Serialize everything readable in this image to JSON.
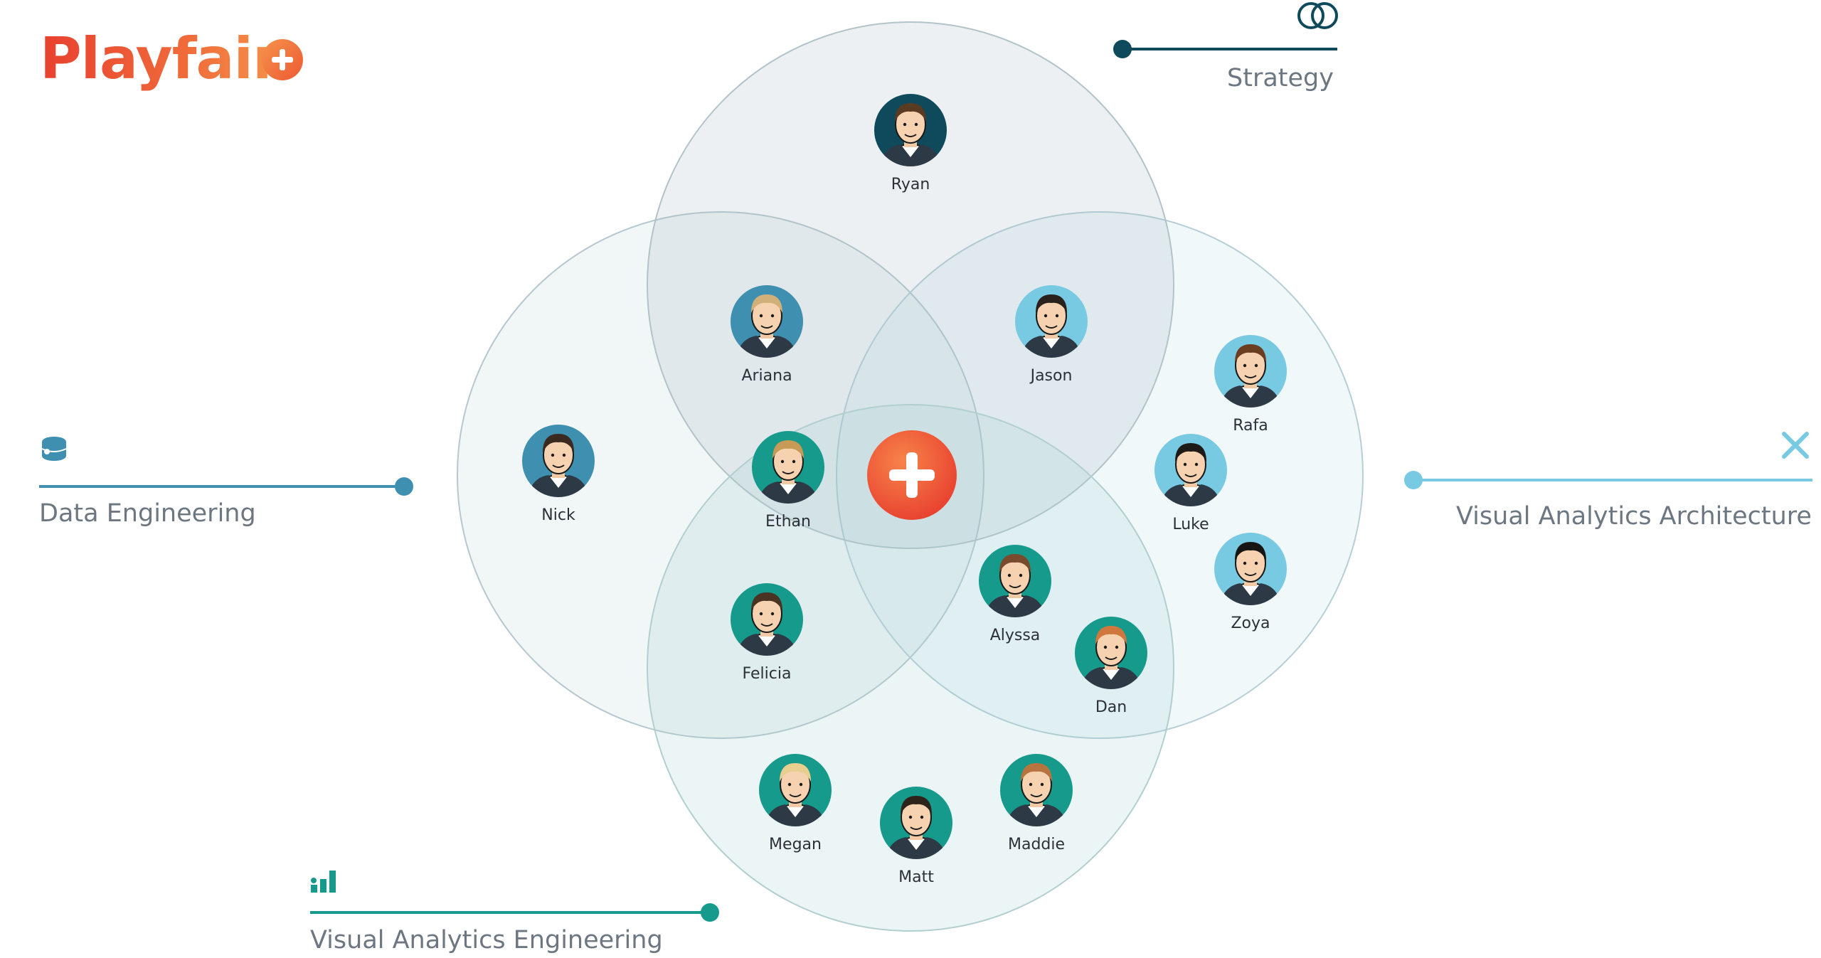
{
  "brand": {
    "name": "Playfair"
  },
  "categories": [
    {
      "id": "strategy",
      "label": "Strategy",
      "icon": "linked-rings-icon",
      "color": "#0e4a5c"
    },
    {
      "id": "data-engineering",
      "label": "Data Engineering",
      "icon": "database-icon",
      "color": "#3f8fb0"
    },
    {
      "id": "va-architecture",
      "label": "Visual Analytics Architecture",
      "icon": "ruler-pencil-icon",
      "color": "#78c9e2"
    },
    {
      "id": "va-engineering",
      "label": "Visual Analytics Engineering",
      "icon": "bar-chart-icon",
      "color": "#159a8c"
    }
  ],
  "center_icon": "plus-icon",
  "people": [
    {
      "name": "Ryan"
    },
    {
      "name": "Ariana"
    },
    {
      "name": "Jason"
    },
    {
      "name": "Rafa"
    },
    {
      "name": "Nick"
    },
    {
      "name": "Ethan"
    },
    {
      "name": "Luke"
    },
    {
      "name": "Zoya"
    },
    {
      "name": "Alyssa"
    },
    {
      "name": "Felicia"
    },
    {
      "name": "Dan"
    },
    {
      "name": "Megan"
    },
    {
      "name": "Maddie"
    },
    {
      "name": "Matt"
    }
  ],
  "colors": {
    "strategy": "#0e4a5c",
    "data_engineering": "#3f8fb0",
    "va_architecture": "#78c9e2",
    "va_engineering": "#159a8c",
    "brand_orange": "#ee5a34"
  }
}
